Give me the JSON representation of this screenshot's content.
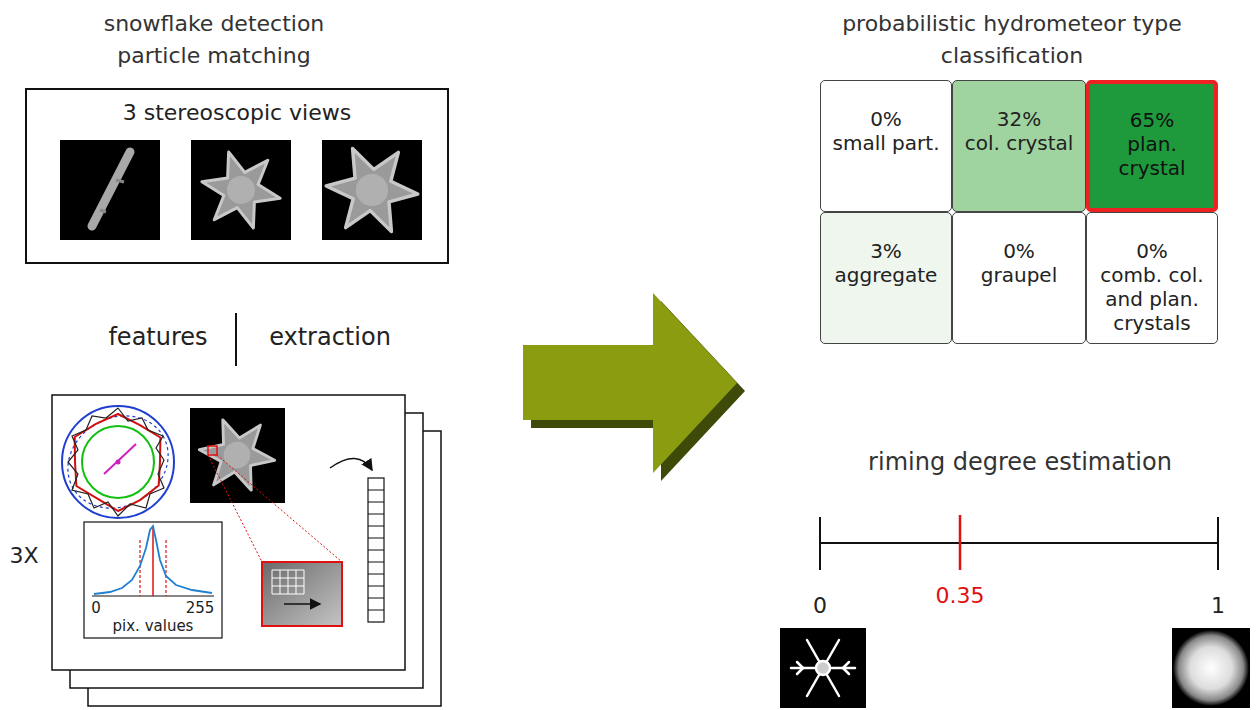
{
  "diagram": {
    "nodes": [
      {
        "text": [
          "snowflake detection particle matching",
          "3 stereoscopic views"
        ]
      },
      {
        "text": [
          "0%",
          "small part."
        ]
      },
      {
        "text": [
          "32%",
          "col. crystal"
        ]
      },
      {
        "text": [
          "65%",
          "plan. crystal"
        ]
      },
      {
        "text": [
          "3%",
          "aggregate"
        ]
      },
      {
        "text": [
          "0%",
          "graupel"
        ]
      },
      {
        "text": [
          "0%",
          "comb. col. and plan. crystals"
        ]
      }
    ],
    "labels": [
      "features",
      "extraction",
      "3X",
      "0",
      "255",
      "pix. values",
      "probabilistic hydrometeor type classification",
      "riming degree estimation",
      "0",
      "0.35",
      "1"
    ]
  }
}
